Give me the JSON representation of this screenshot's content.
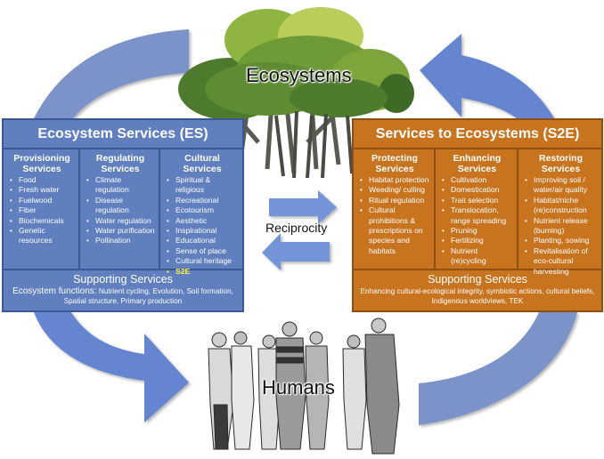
{
  "labels": {
    "ecosystems": "Ecosystems",
    "humans": "Humans",
    "reciprocity": "Reciprocity"
  },
  "colors": {
    "es_box": "#5f7fbf",
    "s2e_box": "#c8741f",
    "arrow_blue": "#6a8bd2",
    "highlight": "#ffff3c"
  },
  "es": {
    "title": "Ecosystem Services (ES)",
    "columns": [
      {
        "heading": "Provisioning Services",
        "items": [
          "Food",
          "Fresh water",
          "Fuelwood",
          "Fiber",
          "Biochemicals",
          "Genetic resources"
        ]
      },
      {
        "heading": "Regulating Services",
        "items": [
          "Climate regulation",
          "Disease regulation",
          "Water regulation",
          "Water purification",
          "Pollination"
        ]
      },
      {
        "heading": "Cultural Services",
        "items": [
          "Spiritual & religious",
          "Recreational",
          "Ecotourism",
          "Aesthetic",
          "Inspirational",
          "Educational",
          "Sense of place",
          "Cultural heritage",
          "S2E"
        ]
      }
    ],
    "supporting": {
      "heading": "Supporting Services",
      "text_prefix": "Ecosystem functions:",
      "text": "Nutrient cycling, Evolution, Soil formation, Spatial structure, Primary production"
    }
  },
  "s2e": {
    "title": "Services to Ecosystems (S2E)",
    "columns": [
      {
        "heading": "Protecting Services",
        "items": [
          "Habitat protection",
          "Weeding/ culling",
          "Ritual regulation",
          "Cultural prohibitions & prescriptions on species and habitats"
        ]
      },
      {
        "heading": "Enhancing Services",
        "items": [
          "Cultivation",
          "Domestication",
          "Trait selection",
          "Translocation, range spreading",
          "Pruning",
          "Fertilizing",
          "Nutrient (re)cycling"
        ]
      },
      {
        "heading": "Restoring Services",
        "items": [
          "Improving soil / water/air quality",
          "Habitat/niche (re)construction",
          "Nutrient release (burning)",
          "Planting, sowing",
          "Revitalisation of eco-cultural harvesting"
        ]
      }
    ],
    "supporting": {
      "heading": "Supporting Services",
      "text": "Enhancing cultural-ecological integrity, symbiotic actions, cultural beliefs, Indigenous worldviews, TEK"
    }
  }
}
